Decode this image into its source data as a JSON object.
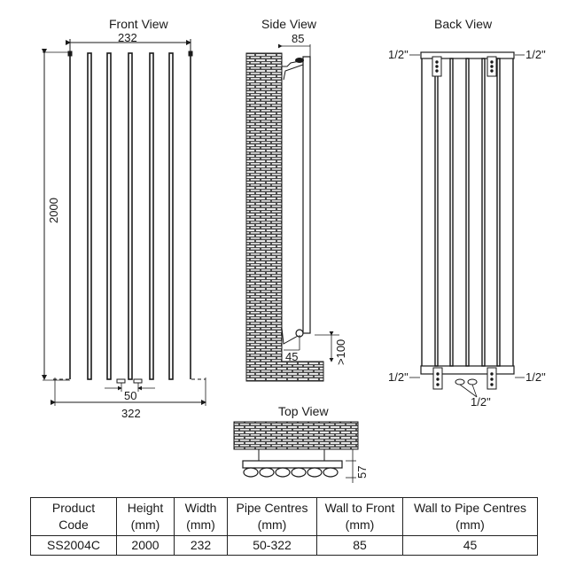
{
  "views": {
    "front": {
      "title": "Front View",
      "width_dim": "232",
      "height_dim": "2000",
      "pipe_dim": "50",
      "overall_dim": "322"
    },
    "side": {
      "title": "Side View",
      "wall_to_front_dim": "85",
      "wall_to_pipe_dim": "45",
      "floor_clearance_dim": ">100"
    },
    "back": {
      "title": "Back View",
      "top_left_connection": "1/2\"",
      "top_right_connection": "1/2\"",
      "bottom_left_connection": "1/2\"",
      "bottom_right_connection": "1/2\"",
      "bottom_valve_connection": "1/2\""
    },
    "top": {
      "title": "Top View",
      "depth_dim": "57"
    }
  },
  "colors": {
    "line": "#1a1a1a",
    "brick": "#555555",
    "background": "#ffffff"
  },
  "spec_table": {
    "headers": [
      [
        "Product",
        "Code"
      ],
      [
        "Height",
        "(mm)"
      ],
      [
        "Width",
        "(mm)"
      ],
      [
        "Pipe Centres",
        "(mm)"
      ],
      [
        "Wall to Front",
        "(mm)"
      ],
      [
        "Wall to Pipe Centres",
        "(mm)"
      ]
    ],
    "rows": [
      [
        "SS2004C",
        "2000",
        "232",
        "50-322",
        "85",
        "45"
      ]
    ]
  }
}
